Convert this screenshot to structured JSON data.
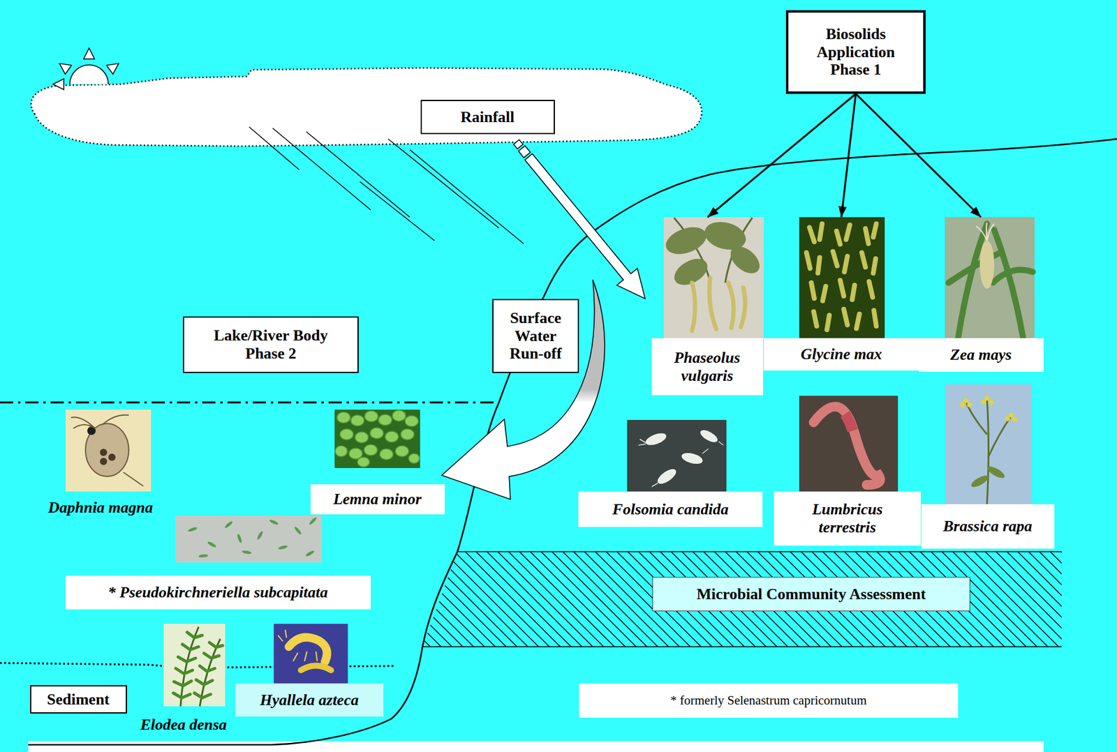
{
  "diagram": {
    "nodes": [
      {
        "text": [
          "Rainfall"
        ]
      },
      {
        "text": [
          "Biosolids Application Phase 1"
        ]
      },
      {
        "text": [
          "Lake/River Body Phase 2"
        ]
      },
      {
        "text": [
          "Surface Water Run-off"
        ]
      },
      {
        "text": [
          "Phaseolus vulgaris"
        ]
      },
      {
        "text": [
          "Glycine max"
        ]
      },
      {
        "text": [
          "Zea mays"
        ]
      },
      {
        "text": [
          "Lemna minor"
        ]
      },
      {
        "text": [
          "Folsomia candida"
        ]
      },
      {
        "text": [
          "Lumbricus terrestris"
        ]
      },
      {
        "text": [
          "Brassica rapa"
        ]
      },
      {
        "text": [
          "* Pseudokirchneriella subcapitata"
        ]
      },
      {
        "text": [
          "Microbial Community Assessment"
        ]
      },
      {
        "text": [
          "Sediment"
        ]
      },
      {
        "text": [
          "Hyallela azteca"
        ]
      },
      {
        "text": [
          "* formerly Selenastrum capricornutum"
        ]
      }
    ],
    "edges": [
      {
        "from": 1,
        "to": 4,
        "arrow": "to"
      },
      {
        "from": 1,
        "to": 5,
        "arrow": "to"
      },
      {
        "from": 1,
        "to": 6,
        "arrow": "to"
      }
    ],
    "labels": [
      "Daphnia magna",
      "Elodea densa"
    ]
  }
}
